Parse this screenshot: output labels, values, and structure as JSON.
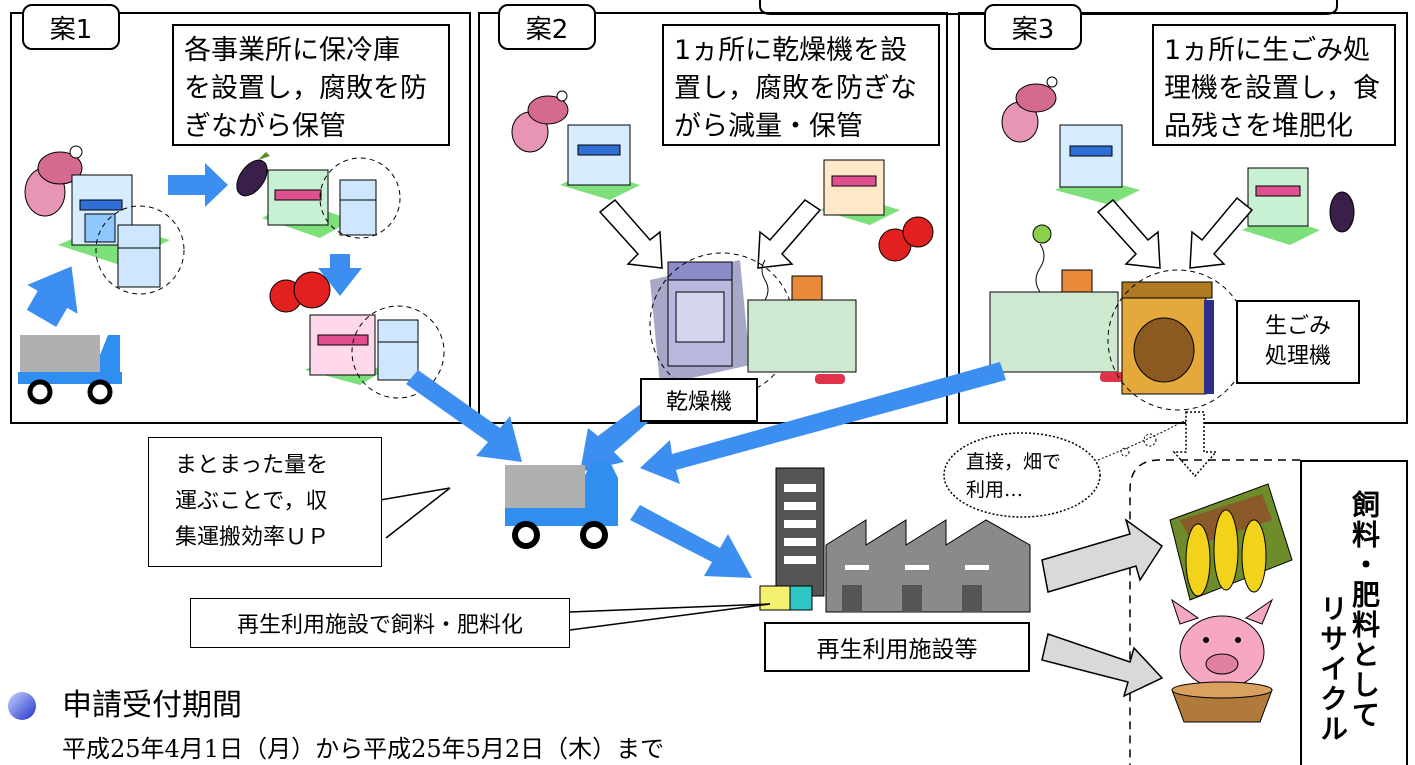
{
  "plans": [
    {
      "tab": "案1",
      "desc": [
        "各事業所に保冷庫",
        "を設置し，腐敗を防",
        "ぎながら保管"
      ]
    },
    {
      "tab": "案2",
      "desc": [
        "1ヵ所に乾燥機を設",
        "置し，腐敗を防ぎな",
        "がら減量・保管"
      ],
      "machine_label": "乾燥機"
    },
    {
      "tab": "案3",
      "desc": [
        "1ヵ所に生ごみ処",
        "理機を設置し，食",
        "品残さを堆肥化"
      ],
      "machine_label": [
        "生ごみ",
        "処理機"
      ]
    }
  ],
  "callouts": {
    "transport": [
      "まとまった量を",
      "運ぶことで，収",
      "集運搬効率ＵＰ"
    ],
    "facility": "再生利用施設で飼料・肥料化",
    "direct": [
      "直接，畑で",
      "利用…"
    ]
  },
  "facility_label": "再生利用施設等",
  "recycle_label": "飼料・肥料として リサイクル",
  "recycle_lines": [
    "飼料・肥料として",
    "リサイクル"
  ],
  "section": {
    "heading": "申請受付期間",
    "period": "平成25年4月1日（月）から平成25年5月2日（木）まで"
  },
  "colors": {
    "arrow_blue": "#3c8ff0",
    "arrow_gray": "#d9d9d9",
    "truck_blue": "#2f8ef0"
  }
}
